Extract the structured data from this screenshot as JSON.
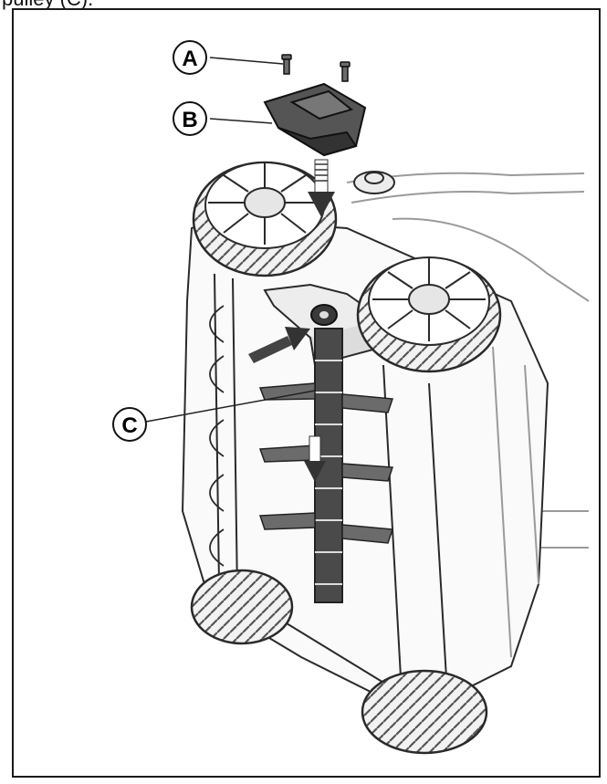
{
  "caption": "pulley (C).",
  "callouts": [
    {
      "id": "A",
      "label": "A"
    },
    {
      "id": "B",
      "label": "B"
    },
    {
      "id": "C",
      "label": "C"
    }
  ],
  "colors": {
    "line": "#2a2a2a",
    "light_line": "#9a9a9a",
    "part_fill": "#555555",
    "tine_fill": "#6b6b6b",
    "shaft_fill": "#4a4a4a",
    "arrow": "#333333"
  }
}
